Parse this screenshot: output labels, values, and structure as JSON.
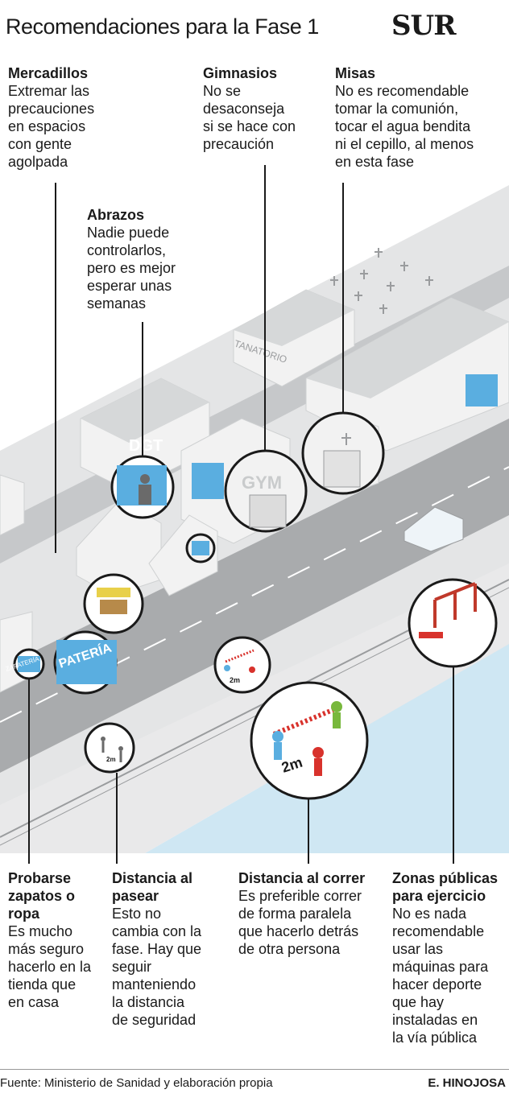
{
  "header": {
    "title": "Recomendaciones para la Fase 1",
    "logo": "SUR"
  },
  "callouts": {
    "mercadillos": {
      "title": "Mercadillos",
      "body": "Extremar las\nprecauciones\nen espacios\ncon gente\nagolpada"
    },
    "gimnasios": {
      "title": "Gimnasios",
      "body": "No se\ndesaconseja\nsi se hace con\nprecaución"
    },
    "misas": {
      "title": "Misas",
      "body": "No es recomendable\ntomar la comunión,\ntocar el agua bendita\nni el cepillo, al menos\nen esta fase"
    },
    "abrazos": {
      "title": "Abrazos",
      "body": "Nadie puede\ncontrolarlos,\npero es mejor\nesperar unas\nsemanas"
    },
    "zapatos": {
      "title": "Probarse\nzapatos o\nropa",
      "body": "Es mucho\nmás seguro\nhacerlo en la\ntienda que\nen casa"
    },
    "pasear": {
      "title": "Distancia al\npasear",
      "body": "Esto no\ncambia con la\nfase. Hay que\nseguir\nmanteniendo\nla distancia\nde seguridad"
    },
    "correr": {
      "title": "Distancia al correr",
      "body": "Es preferible correr\nde forma paralela\nque hacerlo detrás\nde otra persona"
    },
    "zonas": {
      "title": "Zonas públicas\npara ejercicio",
      "body": "No es nada\nrecomendable\nusar las\nmáquinas para\nhacer deporte\nque hay\ninstaladas en\nla vía pública"
    }
  },
  "illustration_labels": {
    "dgt": "DGT",
    "gym": "GYM",
    "tanatorio": "TANATORIO",
    "zapateria": "ZAPATERÍA",
    "distance": "2m"
  },
  "footer": {
    "source": "Fuente: Ministerio de Sanidad y elaboración propia",
    "credit": "E. HINOJOSA"
  },
  "colors": {
    "text": "#1a1a1a",
    "road": "#a9abad",
    "ground": "#e4e5e6",
    "building": "#f2f2f2",
    "roof": "#d6d8d9",
    "window": "#5aaee0",
    "water": "#cfe7f3",
    "runner_red": "#d8322c",
    "runner_green": "#78b83c"
  }
}
